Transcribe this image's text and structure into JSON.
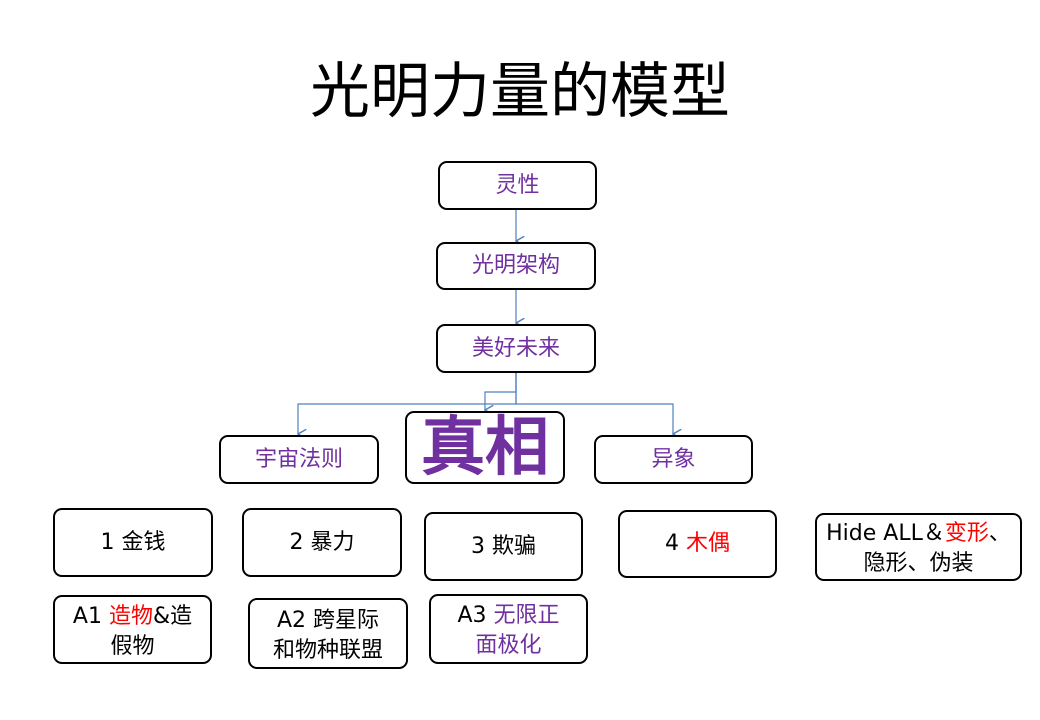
{
  "title": "光明力量的模型",
  "nodes": {
    "spirit": "灵性",
    "light_architecture": "光明架构",
    "beautiful_future": "美好未来",
    "cosmic_law": "宇宙法则",
    "truth": "真相",
    "anomaly": "异象",
    "money": {
      "num": "1 ",
      "label": "金钱"
    },
    "violence": {
      "num": "2 ",
      "label": "暴力"
    },
    "deception": {
      "num": "3 ",
      "label": "欺骗"
    },
    "puppet": {
      "num": "4 ",
      "label": "木偶"
    },
    "hide": {
      "prefix": "Hide ALL＆",
      "highlight": "变形",
      "suffix": "、",
      "line2": "隐形、伪装"
    },
    "a1": {
      "prefix": "A1 ",
      "highlight": "造物",
      "suffix": "&造",
      "line2": "假物"
    },
    "a2": {
      "line1": "A2 跨星际",
      "line2": "和物种联盟"
    },
    "a3": {
      "prefix": "A3 ",
      "highlight": "无限正",
      "line2": "面极化"
    }
  },
  "colors": {
    "purple": "#7030a0",
    "red": "#ff0000",
    "connector": "#4f81bd"
  }
}
